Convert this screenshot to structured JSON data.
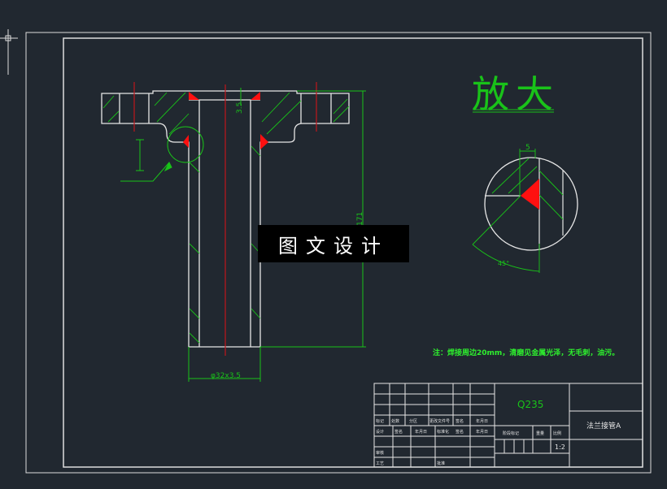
{
  "drawing": {
    "detail_title": "放大",
    "detail_marker": "I",
    "dim_top_thickness": "3.5",
    "dim_height": "171",
    "dim_pipe": "φ32x3.5",
    "dim_detail_width": "5",
    "dim_detail_angle": "45°",
    "note": "注：焊接周边20mm，清磨见金属光泽，无毛刺，油污。",
    "watermark": "图文设计"
  },
  "title_block": {
    "material": "Q235",
    "part_name": "法兰接管A",
    "scale": "1:2",
    "row_labels_1": [
      "标记",
      "处数",
      "分区",
      "更改文件号",
      "签名",
      "年月日"
    ],
    "row_labels_2": [
      "设计",
      "签名",
      "年月日",
      "标准化",
      "签名",
      "年月日"
    ],
    "label_review": "审核",
    "label_process": "工艺",
    "label_approve": "批准",
    "label_stage": "阶段标记",
    "label_weight": "重量",
    "label_ratio": "比例"
  },
  "colors": {
    "background": "#212830",
    "line": "#e6e6e6",
    "dim": "#19c219",
    "center": "#c0161b",
    "weld": "#ff1010"
  }
}
